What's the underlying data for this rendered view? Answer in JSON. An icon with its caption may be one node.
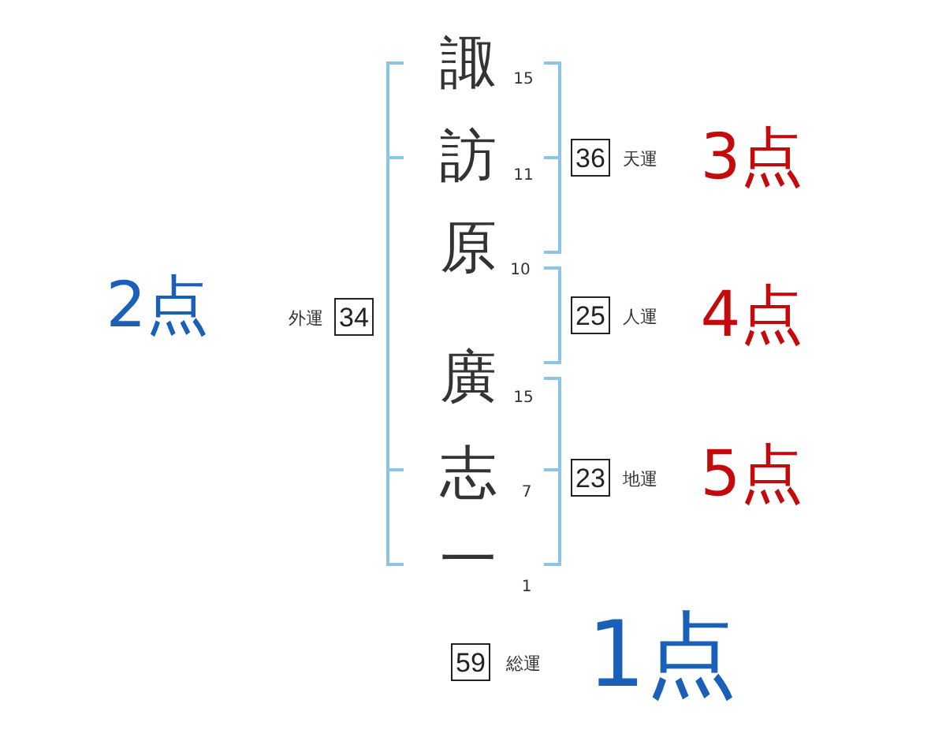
{
  "diagram": {
    "nodes": [
      {
        "text": [
          "36"
        ],
        "beside": [
          "天運",
          "3点"
        ]
      },
      {
        "text": [
          "34"
        ],
        "beside": [
          "外運",
          "2点"
        ]
      },
      {
        "text": [
          "25"
        ],
        "beside": [
          "人運",
          "4点"
        ]
      },
      {
        "text": [
          "23"
        ],
        "beside": [
          "地運",
          "5点"
        ]
      },
      {
        "text": [
          "59"
        ],
        "beside": [
          "総運",
          "1点"
        ]
      }
    ],
    "labels": [
      "諏",
      "15",
      "訪",
      "11",
      "原",
      "10",
      "廣",
      "15",
      "志",
      "7",
      "一",
      "1"
    ]
  }
}
